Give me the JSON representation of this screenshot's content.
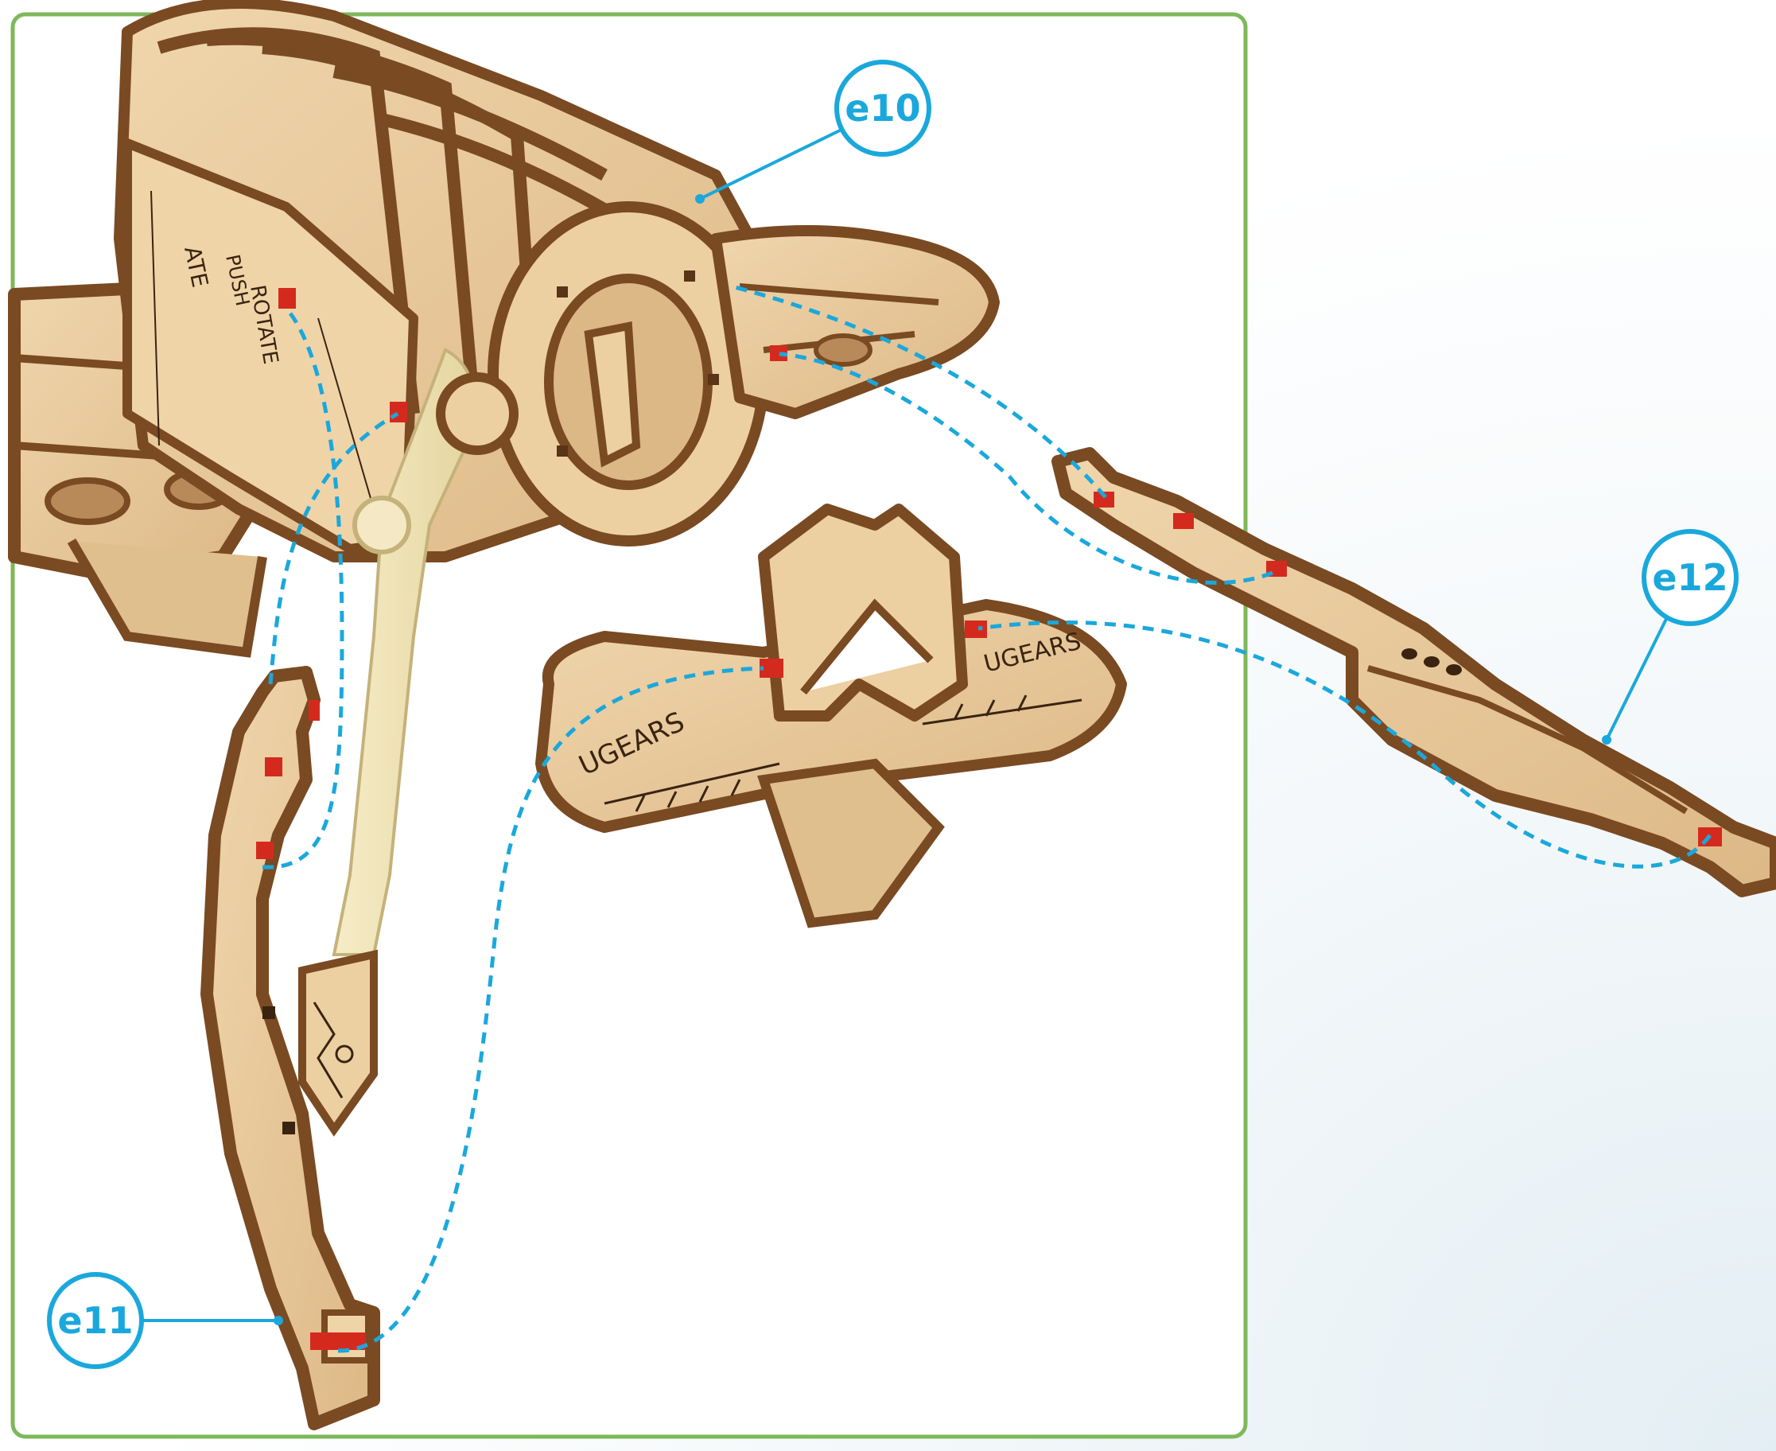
{
  "diagram": {
    "part_labels": [
      {
        "id": "e10",
        "text": "e10"
      },
      {
        "id": "e11",
        "text": "e11"
      },
      {
        "id": "e12",
        "text": "e12"
      }
    ],
    "engravings": {
      "wing_brand_left": "UGEARS",
      "wing_brand_right": "UGEARS",
      "body_push": "PUSH",
      "body_rotate": "ROTATE",
      "body_side": "ATE"
    },
    "colors": {
      "frame_border": "#7db85a",
      "label_accent": "#1aa8dc",
      "wood_face": "#e8c99a",
      "wood_edge": "#7a4a22",
      "joint_marker": "#d42a1e",
      "strap": "#f1e6bd"
    }
  }
}
